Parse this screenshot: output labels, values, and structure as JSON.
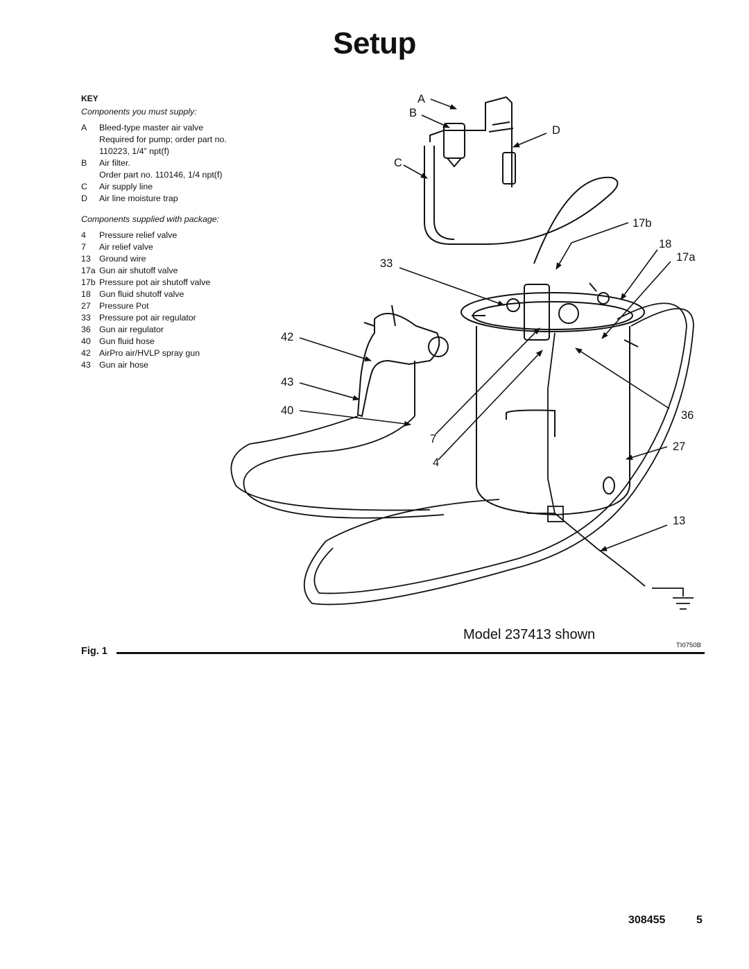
{
  "page": {
    "title": "Setup",
    "doc_number": "308455",
    "page_number": "5"
  },
  "key": {
    "title": "KEY",
    "section_user": "Components you must supply:",
    "user_items": [
      {
        "code": "A",
        "desc": "Bleed-type master air valve",
        "desc2": "Required for pump; order part no. 110223, 1/4” npt(f)"
      },
      {
        "code": "B",
        "desc": "Air filter.",
        "desc2": "Order part no. 110146, 1/4 npt(f)"
      },
      {
        "code": "C",
        "desc": "Air supply line",
        "desc2": ""
      },
      {
        "code": "D",
        "desc": "Air line moisture trap",
        "desc2": ""
      }
    ],
    "section_supplied": "Components supplied with package:",
    "supplied_items": [
      {
        "code": "4",
        "desc": "Pressure relief valve"
      },
      {
        "code": "7",
        "desc": "Air relief valve"
      },
      {
        "code": "13",
        "desc": "Ground wire"
      },
      {
        "code": "17a",
        "desc": "Gun air shutoff valve"
      },
      {
        "code": "17b",
        "desc": "Pressure pot air shutoff valve"
      },
      {
        "code": "18",
        "desc": "Gun fluid shutoff valve"
      },
      {
        "code": "27",
        "desc": "Pressure Pot"
      },
      {
        "code": "33",
        "desc": "Pressure pot air regulator"
      },
      {
        "code": "36",
        "desc": "Gun air regulator"
      },
      {
        "code": "40",
        "desc": "Gun fluid hose"
      },
      {
        "code": "42",
        "desc": "AirPro air/HVLP spray gun"
      },
      {
        "code": "43",
        "desc": "Gun air hose"
      }
    ]
  },
  "figure": {
    "callouts": {
      "A": "A",
      "B": "B",
      "C": "C",
      "D": "D",
      "c17b": "17b",
      "c18": "18",
      "c17a": "17a",
      "c33": "33",
      "c42": "42",
      "c43": "43",
      "c40": "40",
      "c36": "36",
      "c7": "7",
      "c27": "27",
      "c4": "4",
      "c13": "13"
    },
    "model_caption": "Model 237413 shown",
    "drawing_id": "TI0750B",
    "fig_label": "Fig. 1"
  }
}
